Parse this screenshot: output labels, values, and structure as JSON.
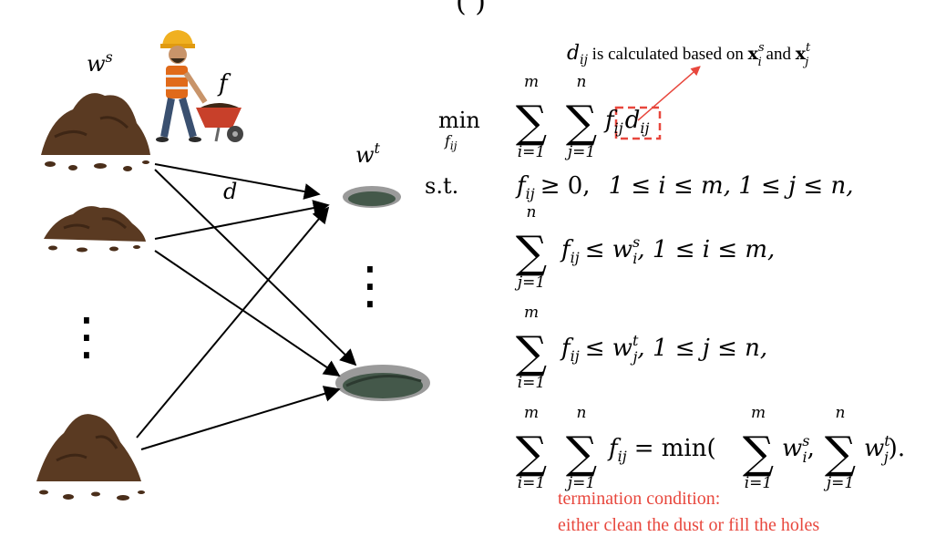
{
  "header": {
    "partial_text": "(  )"
  },
  "diagram": {
    "label_ws": "w",
    "label_ws_sup": "s",
    "label_wt": "w",
    "label_wt_sup": "t",
    "label_f": "f",
    "label_d": "d",
    "vdots": "⋮"
  },
  "annotation": {
    "d_ij": "d",
    "d_ij_sub": "ij",
    "text_mid": " is calculated based on ",
    "x_symbol": "x",
    "x_i_sup": "s",
    "x_i_sub": "i",
    "and": " and ",
    "x_j_sup": "t",
    "x_j_sub": "j",
    "arrow_color": "#e8473d",
    "box_color": "#e8473d"
  },
  "formula": {
    "min_label": "min",
    "min_sub": "f",
    "min_sub_sub": "ij",
    "st_label": "s.t.",
    "sum": "∑",
    "sum_i_lower": "i=1",
    "sum_j_lower": "j=1",
    "upper_m": "m",
    "upper_n": "n",
    "obj_f": "f",
    "obj_f_sub": "ij",
    "obj_d": "d",
    "obj_d_sub": "ij",
    "c1_left": "f",
    "c1_left_sub": "ij",
    "c1_rel": "≥ 0,",
    "c1_range": "1 ≤ i ≤ m, 1 ≤ j ≤ n,",
    "c2_term": "f",
    "c2_term_sub": "ij",
    "c2_rel": "≤ w",
    "c2_rel_sup": "s",
    "c2_rel_sub": "i",
    "c2_range": ",  1 ≤ i ≤ m,",
    "c3_term": "f",
    "c3_term_sub": "ij",
    "c3_rel": "≤ w",
    "c3_rel_sup": "t",
    "c3_rel_sub": "j",
    "c3_range": ",  1 ≤ j ≤ n,",
    "c4_term": "f",
    "c4_term_sub": "ij",
    "c4_eq": "= min(",
    "c4_w1": "w",
    "c4_w1_sup": "s",
    "c4_w1_sub": "i",
    "c4_comma": ",",
    "c4_w2": "w",
    "c4_w2_sup": "t",
    "c4_w2_sub": "j",
    "c4_close": ").",
    "termination_line1": "termination condition:",
    "termination_line2": "either clean the dust or fill the holes",
    "termination_color": "#e8473d"
  },
  "colors": {
    "dirt": "#5a3a22",
    "dirt_dark": "#3e2615",
    "hole_rim": "#8a8a8a",
    "hole_inner": "#44584a",
    "arrow": "#000000",
    "accent_red": "#e8473d"
  }
}
